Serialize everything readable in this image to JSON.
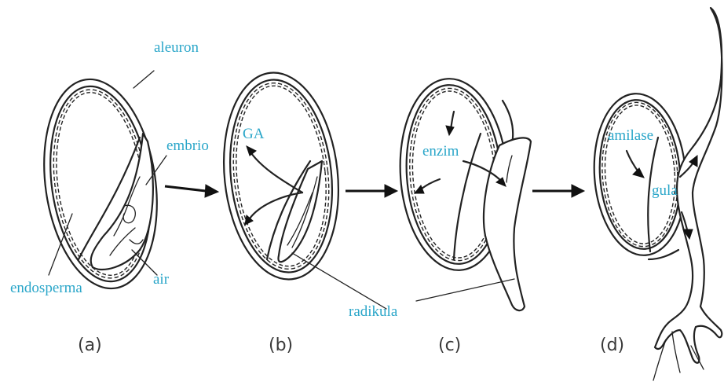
{
  "labels": {
    "aleuron": "aleuron",
    "embrio": "embrio",
    "endosperma": "endosperma",
    "air": "air",
    "ga": "GA",
    "radikula": "radikula",
    "enzim": "enzim",
    "amilase": "amilase",
    "gula": "gula"
  },
  "captions": {
    "a": "(a)",
    "b": "(b)",
    "c": "(c)",
    "d": "(d)"
  },
  "colors": {
    "label": "#2aa6c9",
    "caption": "#3a3a3a",
    "ink": "#222222"
  }
}
